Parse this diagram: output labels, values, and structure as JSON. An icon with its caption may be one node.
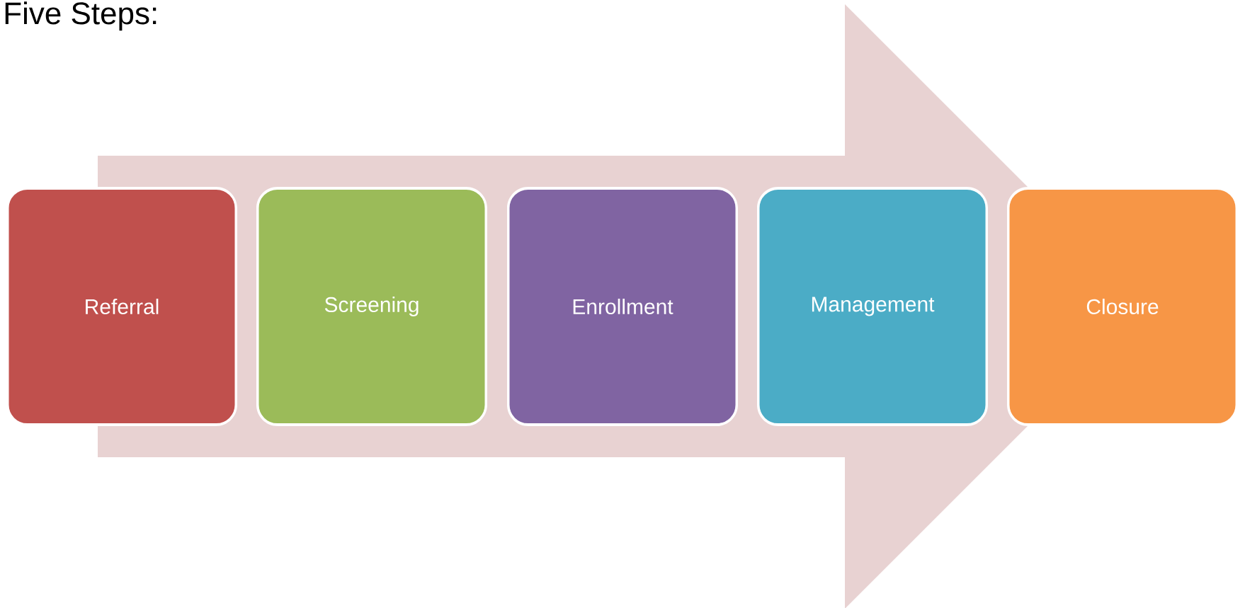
{
  "diagram": {
    "title": "Five Steps:",
    "nodes": [
      {
        "text": [
          "Referral"
        ]
      },
      {
        "text": [
          "Screening"
        ]
      },
      {
        "text": [
          "Enrollment"
        ]
      },
      {
        "text": [
          "Management"
        ]
      },
      {
        "text": [
          "Closure"
        ]
      }
    ],
    "edges": [
      {
        "from": 0,
        "to": 4,
        "arrow": "to"
      }
    ]
  }
}
